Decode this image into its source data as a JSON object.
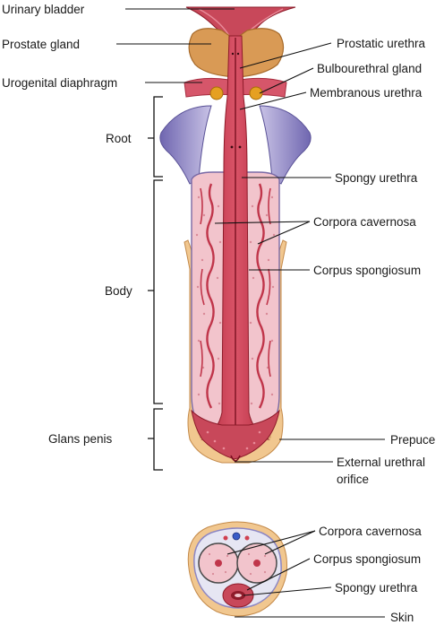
{
  "labels": {
    "urinary_bladder": "Urinary bladder",
    "prostate_gland": "Prostate gland",
    "urogenital_diaphragm": "Urogenital diaphragm",
    "root": "Root",
    "body": "Body",
    "glans_penis": "Glans penis",
    "prostatic_urethra": "Prostatic urethra",
    "bulbourethral_gland": "Bulbourethral gland",
    "membranous_urethra": "Membranous urethra",
    "spongy_urethra": "Spongy urethra",
    "corpora_cavernosa": "Corpora cavernosa",
    "corpus_spongiosum": "Corpus spongiosum",
    "prepuce": "Prepuce",
    "external_urethral_orifice_line1": "External urethral",
    "external_urethral_orifice_line2": "orifice",
    "cs_corpora_cavernosa": "Corpora cavernosa",
    "cs_corpus_spongiosum": "Corpus spongiosum",
    "cs_spongy_urethra": "Spongy urethra",
    "cs_skin": "Skin"
  },
  "colors": {
    "tissue_pink": "#f2c4cc",
    "erectile_red": "#c0354a",
    "urethra_dark": "#8e1b2a",
    "prostate": "#d99a55",
    "gland_gold": "#e5a021",
    "fascia_purple": "#8d87c3",
    "skin_tan": "#f1c78f",
    "line": "#111111"
  }
}
